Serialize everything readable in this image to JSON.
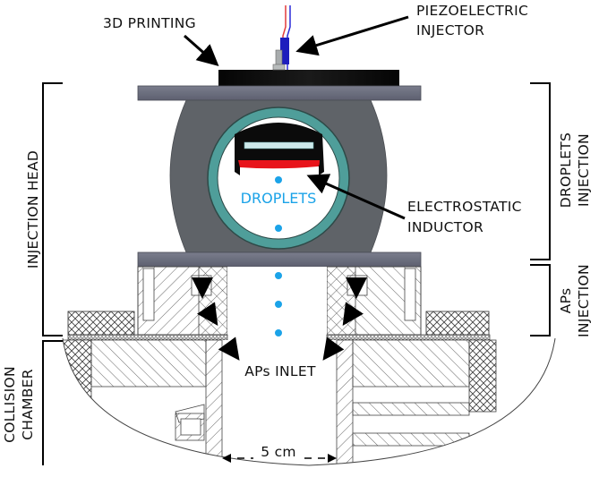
{
  "diagram": {
    "title": "Injection head and collision chamber cross-section",
    "labels": {
      "printing": "3D PRINTING",
      "piezo_line1": "PIEZOELECTRIC",
      "piezo_line2": "INJECTOR",
      "droplets": "DROPLETS",
      "inductor_line1": "ELECTROSTATIC",
      "inductor_line2": "INDUCTOR",
      "aps_inlet": "APs INLET",
      "dimension": "5 cm"
    },
    "brackets": {
      "injection_head": "INJECTION HEAD",
      "collision_line1": "COLLISION",
      "collision_line2": "CHAMBER",
      "droplets_injection_line1": "DROPLETS",
      "droplets_injection_line2": "INJECTION",
      "aps_injection_line1": "APs",
      "aps_injection_line2": "INJECTION"
    },
    "colors": {
      "droplet": "#1ba3e8",
      "inductor": "#e8141b",
      "ring": "#4f9e9a",
      "body": "#5d6166",
      "plate": "#6f7280",
      "injector_block": "#0b0b0b",
      "wire_red": "#e33b3b",
      "wire_blue": "#2b2bd8"
    }
  }
}
